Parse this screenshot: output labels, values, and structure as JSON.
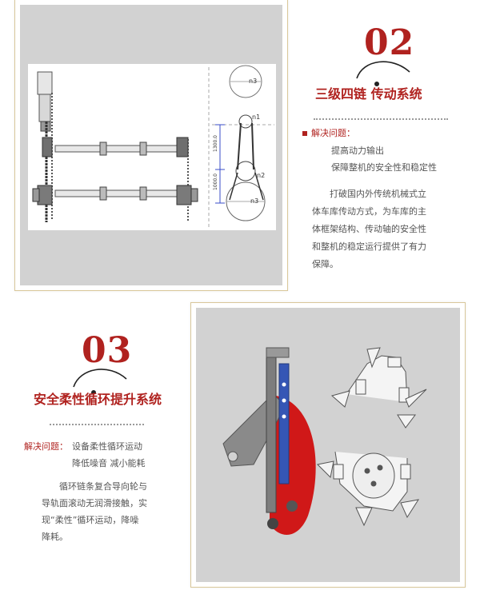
{
  "section_02": {
    "number": "02",
    "title": "三级四链  传动系统",
    "problem_label": "解决问题：",
    "problem_lines": [
      "提高动力输出",
      "保障整机的安全性和稳定性"
    ],
    "paragraph_lines": [
      "打破国内外传统机械式立",
      "体车库传动方式，为车库的主",
      "体框架结构、传动轴的安全性",
      "和整机的稳定运行提供了有力",
      "保障。"
    ],
    "diagram_labels": {
      "n3_top": "n3",
      "n1": "n1",
      "n2": "n2",
      "n3_bottom": "n3",
      "dim_upper": "1300.0",
      "dim_lower": "1000.0"
    }
  },
  "section_03": {
    "number": "03",
    "title": "安全柔性循环提升系统",
    "problem_label": "解决问题：",
    "problem_lines": [
      "设备柔性循环运动",
      "降低噪音  减小能耗"
    ],
    "paragraph_lines": [
      "循环链条复合导向轮与",
      "导轨面滚动无润滑接触，实",
      "现“柔性”循环运动，降噪",
      "降耗。"
    ]
  },
  "colors": {
    "accent": "#b0221f",
    "frame_border": "#d9c79a",
    "photo_background": "#d2d2d2"
  },
  "icons": [
    "arc-swoosh-icon",
    "square-bullet-icon",
    "dot-icon"
  ]
}
